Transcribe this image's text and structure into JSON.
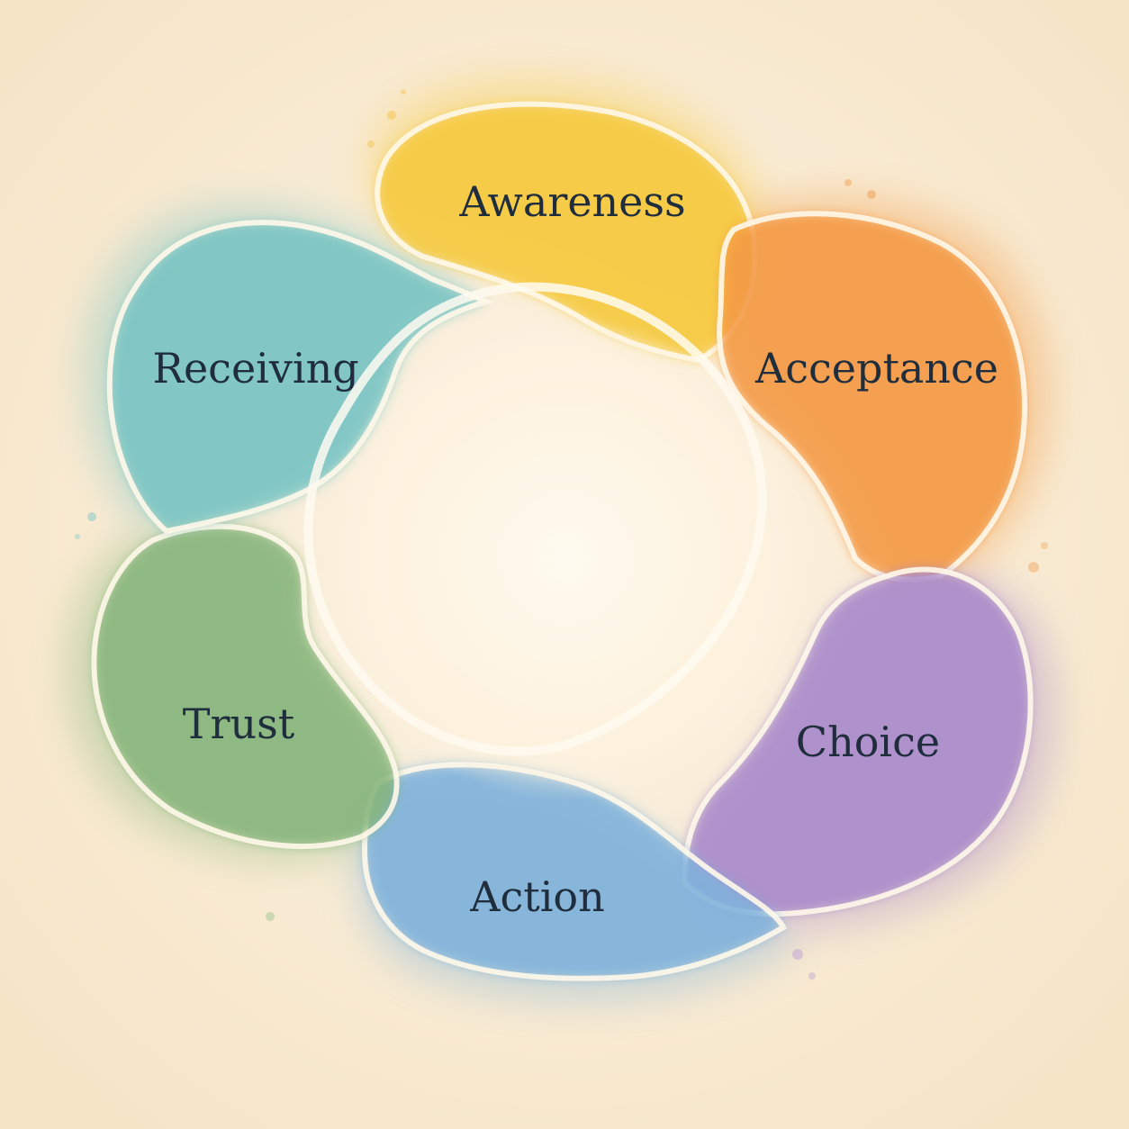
{
  "diagram": {
    "segments": [
      {
        "label": "Awareness",
        "color": "#f6c93e"
      },
      {
        "label": "Acceptance",
        "color": "#f49a45"
      },
      {
        "label": "Choice",
        "color": "#a98acb"
      },
      {
        "label": "Action",
        "color": "#7fb2dc"
      },
      {
        "label": "Trust",
        "color": "#86b57c"
      },
      {
        "label": "Receiving",
        "color": "#78c4c4"
      }
    ],
    "background_color": "#f8ecd6",
    "text_color": "#1f2d3d"
  }
}
